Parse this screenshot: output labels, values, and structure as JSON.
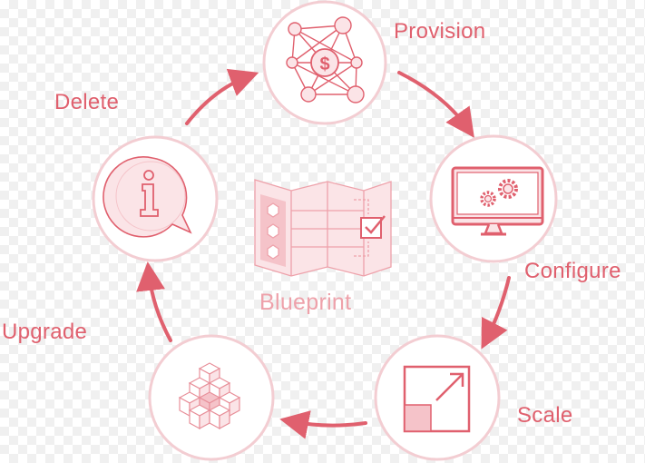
{
  "center_label": "Blueprint",
  "stages": [
    {
      "id": "provision",
      "label": "Provision",
      "icon": "network-dollar-icon"
    },
    {
      "id": "configure",
      "label": "Configure",
      "icon": "monitor-gears-icon"
    },
    {
      "id": "scale",
      "label": "Scale",
      "icon": "resize-arrow-icon"
    },
    {
      "id": "upgrade",
      "label": "Upgrade",
      "icon": "stacked-cubes-icon"
    },
    {
      "id": "delete",
      "label": "Delete",
      "icon": "info-bubble-icon"
    }
  ],
  "colors": {
    "accent": "#e0606e",
    "light": "#f5c3c9",
    "ring": "#f3cdd2",
    "fill": "#fbe4e7",
    "bg": "#ffffff"
  }
}
